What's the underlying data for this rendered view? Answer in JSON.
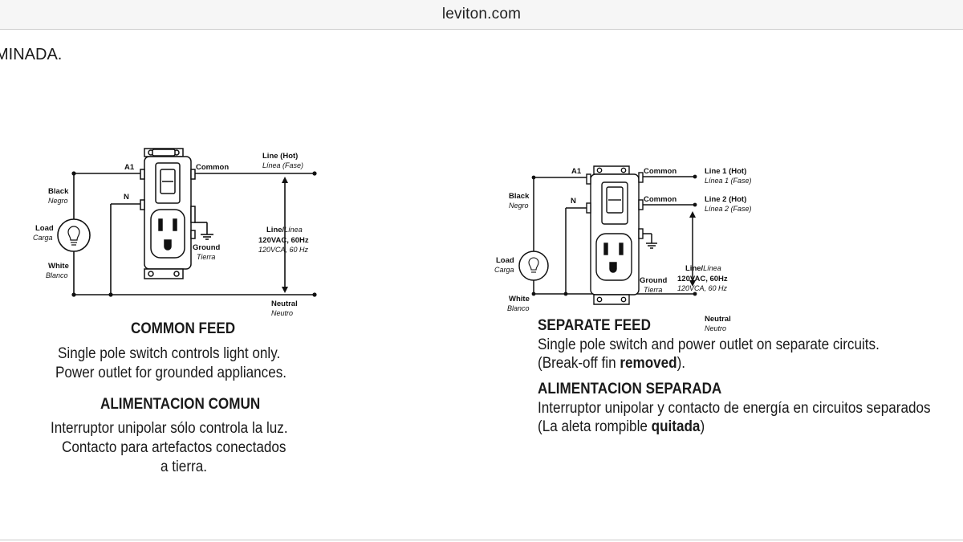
{
  "url": "leviton.com",
  "heading_fragment": "MINADA.",
  "left": {
    "labels": {
      "a1": "A1",
      "common": "Common",
      "line_hot": "Line (Hot)",
      "linea_fase": "Línea (Fase)",
      "black": "Black",
      "negro": "Negro",
      "n": "N",
      "load": "Load",
      "carga": "Carga",
      "white": "White",
      "blanco": "Blanco",
      "line_linea_a": "Line/",
      "line_linea_b": "Línea",
      "vac": "120VAC, 60Hz",
      "vca": "120VCA, 60 Hz",
      "ground": "Ground",
      "tierra": "Tierra",
      "neutral": "Neutral",
      "neutro": "Neutro"
    },
    "caption": {
      "title": "COMMON FEED",
      "line1": "Single pole switch controls light only.",
      "line2": "Power outlet for grounded appliances.",
      "title_es": "ALIMENTACION COMUN",
      "es_line1": "Interruptor unipolar sólo controla la luz.",
      "es_line2": "Contacto para artefactos conectados",
      "es_line3": "a tierra."
    }
  },
  "right": {
    "labels": {
      "a1": "A1",
      "common1": "Common",
      "common2": "Common",
      "line1_hot": "Line 1 (Hot)",
      "linea1_fase": "Línea 1 (Fase)",
      "line2_hot": "Line 2 (Hot)",
      "linea2_fase": "Línea 2 (Fase)",
      "black": "Black",
      "negro": "Negro",
      "n": "N",
      "load": "Load",
      "carga": "Carga",
      "white": "White",
      "blanco": "Blanco",
      "line_linea_a": "Line/",
      "line_linea_b": "Línea",
      "vac": "120VAC, 60Hz",
      "vca": "120VCA, 60 Hz",
      "ground": "Ground",
      "tierra": "Tierra",
      "neutral": "Neutral",
      "neutro": "Neutro"
    },
    "caption": {
      "title": "SEPARATE FEED",
      "line1": "Single pole switch and power outlet on separate circuits.",
      "line2_pre": "(Break-off fin ",
      "line2_bold": "removed",
      "line2_post": ").",
      "title_es": "ALIMENTACION SEPARADA",
      "es_line1": "Interruptor unipolar y contacto de energía en circuitos separados",
      "es_line2_pre": "(La aleta rompible ",
      "es_line2_bold": "quitada",
      "es_line2_post": ")"
    }
  }
}
